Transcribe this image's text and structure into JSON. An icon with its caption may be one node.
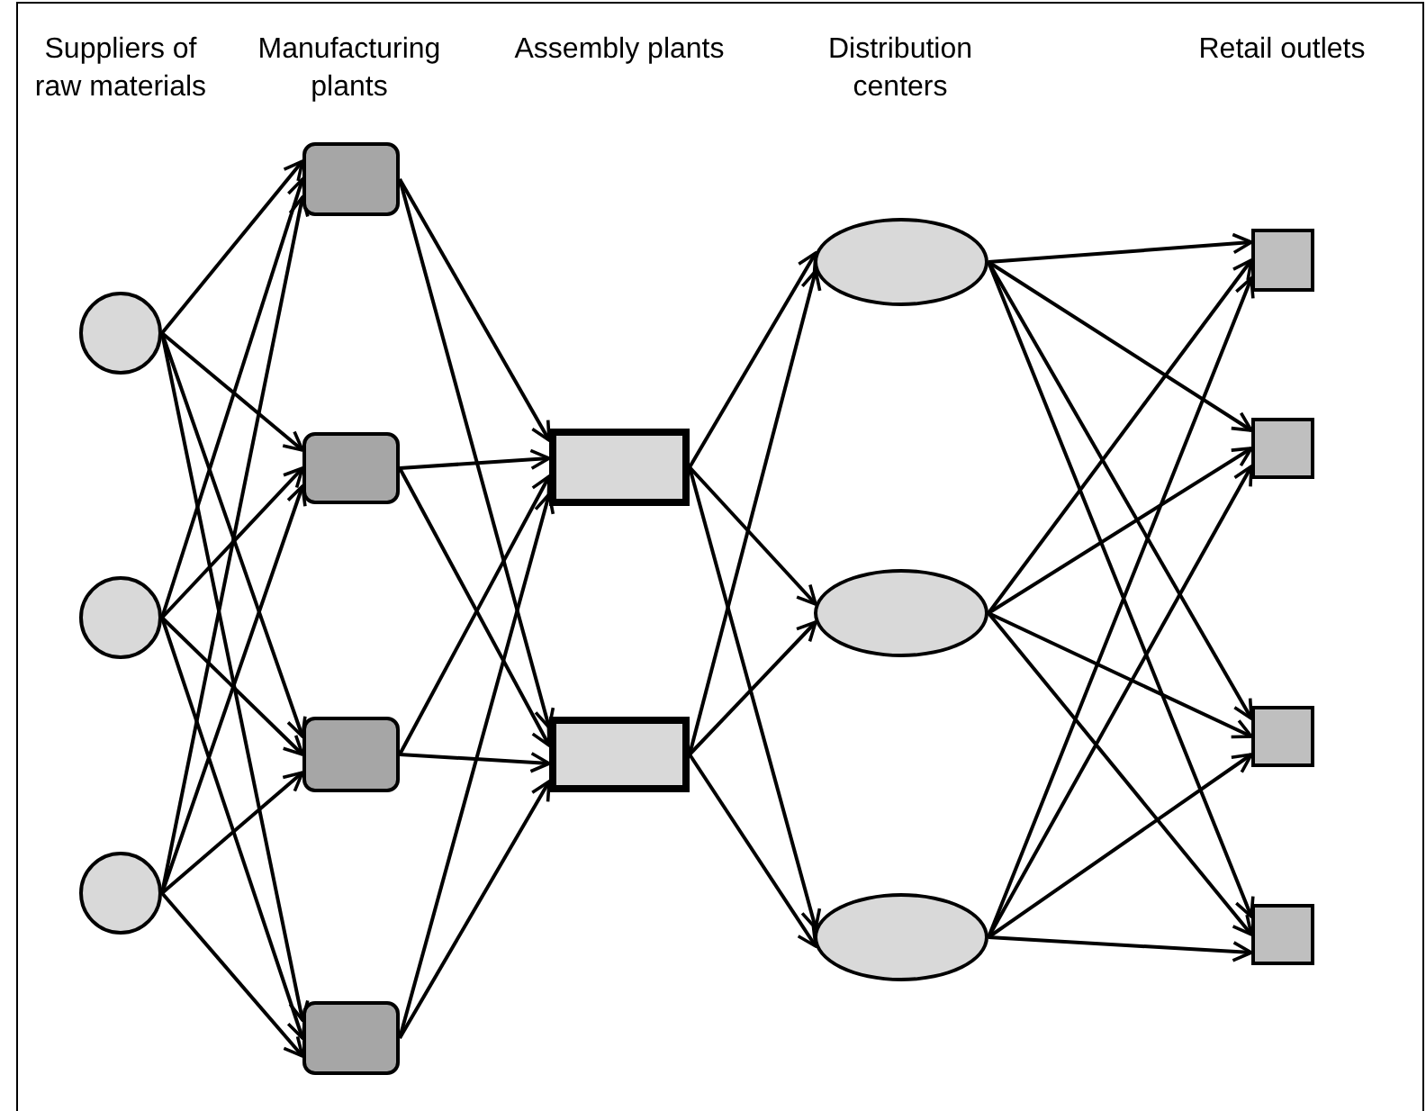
{
  "diagram": {
    "nodes": [
      {
        "text": [],
        "shape": "circle"
      },
      {
        "text": [],
        "shape": "circle"
      },
      {
        "text": [],
        "shape": "circle"
      },
      {
        "text": [],
        "shape": "box"
      },
      {
        "text": [],
        "shape": "box"
      },
      {
        "text": [],
        "shape": "box"
      },
      {
        "text": [],
        "shape": "box"
      },
      {
        "text": [],
        "shape": "box"
      },
      {
        "text": [],
        "shape": "box"
      },
      {
        "text": [],
        "shape": "ellipse"
      },
      {
        "text": [],
        "shape": "ellipse"
      },
      {
        "text": [],
        "shape": "ellipse"
      },
      {
        "text": [],
        "shape": "box"
      },
      {
        "text": [],
        "shape": "box"
      },
      {
        "text": [],
        "shape": "box"
      },
      {
        "text": [],
        "shape": "box"
      }
    ],
    "edges": [
      {
        "from": 0,
        "to": 3,
        "arrow": "to"
      },
      {
        "from": 0,
        "to": 4,
        "arrow": "to"
      },
      {
        "from": 0,
        "to": 5,
        "arrow": "to"
      },
      {
        "from": 0,
        "to": 6,
        "arrow": "to"
      },
      {
        "from": 1,
        "to": 3,
        "arrow": "to"
      },
      {
        "from": 1,
        "to": 4,
        "arrow": "to"
      },
      {
        "from": 1,
        "to": 5,
        "arrow": "to"
      },
      {
        "from": 1,
        "to": 6,
        "arrow": "to"
      },
      {
        "from": 2,
        "to": 3,
        "arrow": "to"
      },
      {
        "from": 2,
        "to": 4,
        "arrow": "to"
      },
      {
        "from": 2,
        "to": 5,
        "arrow": "to"
      },
      {
        "from": 2,
        "to": 6,
        "arrow": "to"
      },
      {
        "from": 3,
        "to": 7,
        "arrow": "to"
      },
      {
        "from": 3,
        "to": 8,
        "arrow": "to"
      },
      {
        "from": 4,
        "to": 7,
        "arrow": "to"
      },
      {
        "from": 4,
        "to": 8,
        "arrow": "to"
      },
      {
        "from": 5,
        "to": 7,
        "arrow": "to"
      },
      {
        "from": 5,
        "to": 8,
        "arrow": "to"
      },
      {
        "from": 6,
        "to": 7,
        "arrow": "to"
      },
      {
        "from": 6,
        "to": 8,
        "arrow": "to"
      },
      {
        "from": 7,
        "to": 9,
        "arrow": "to"
      },
      {
        "from": 7,
        "to": 10,
        "arrow": "to"
      },
      {
        "from": 7,
        "to": 11,
        "arrow": "to"
      },
      {
        "from": 8,
        "to": 9,
        "arrow": "to"
      },
      {
        "from": 8,
        "to": 10,
        "arrow": "to"
      },
      {
        "from": 8,
        "to": 11,
        "arrow": "to"
      },
      {
        "from": 9,
        "to": 12,
        "arrow": "to"
      },
      {
        "from": 9,
        "to": 13,
        "arrow": "to"
      },
      {
        "from": 9,
        "to": 14,
        "arrow": "to"
      },
      {
        "from": 9,
        "to": 15,
        "arrow": "to"
      },
      {
        "from": 10,
        "to": 12,
        "arrow": "to"
      },
      {
        "from": 10,
        "to": 13,
        "arrow": "to"
      },
      {
        "from": 10,
        "to": 14,
        "arrow": "to"
      },
      {
        "from": 10,
        "to": 15,
        "arrow": "to"
      },
      {
        "from": 11,
        "to": 12,
        "arrow": "to"
      },
      {
        "from": 11,
        "to": 13,
        "arrow": "to"
      },
      {
        "from": 11,
        "to": 14,
        "arrow": "to"
      },
      {
        "from": 11,
        "to": 15,
        "arrow": "to"
      }
    ],
    "labels": [
      "Suppliers of raw materials",
      "Manufacturing plants",
      "Assembly plants",
      "Distribution centers",
      "Retail outlets"
    ]
  }
}
